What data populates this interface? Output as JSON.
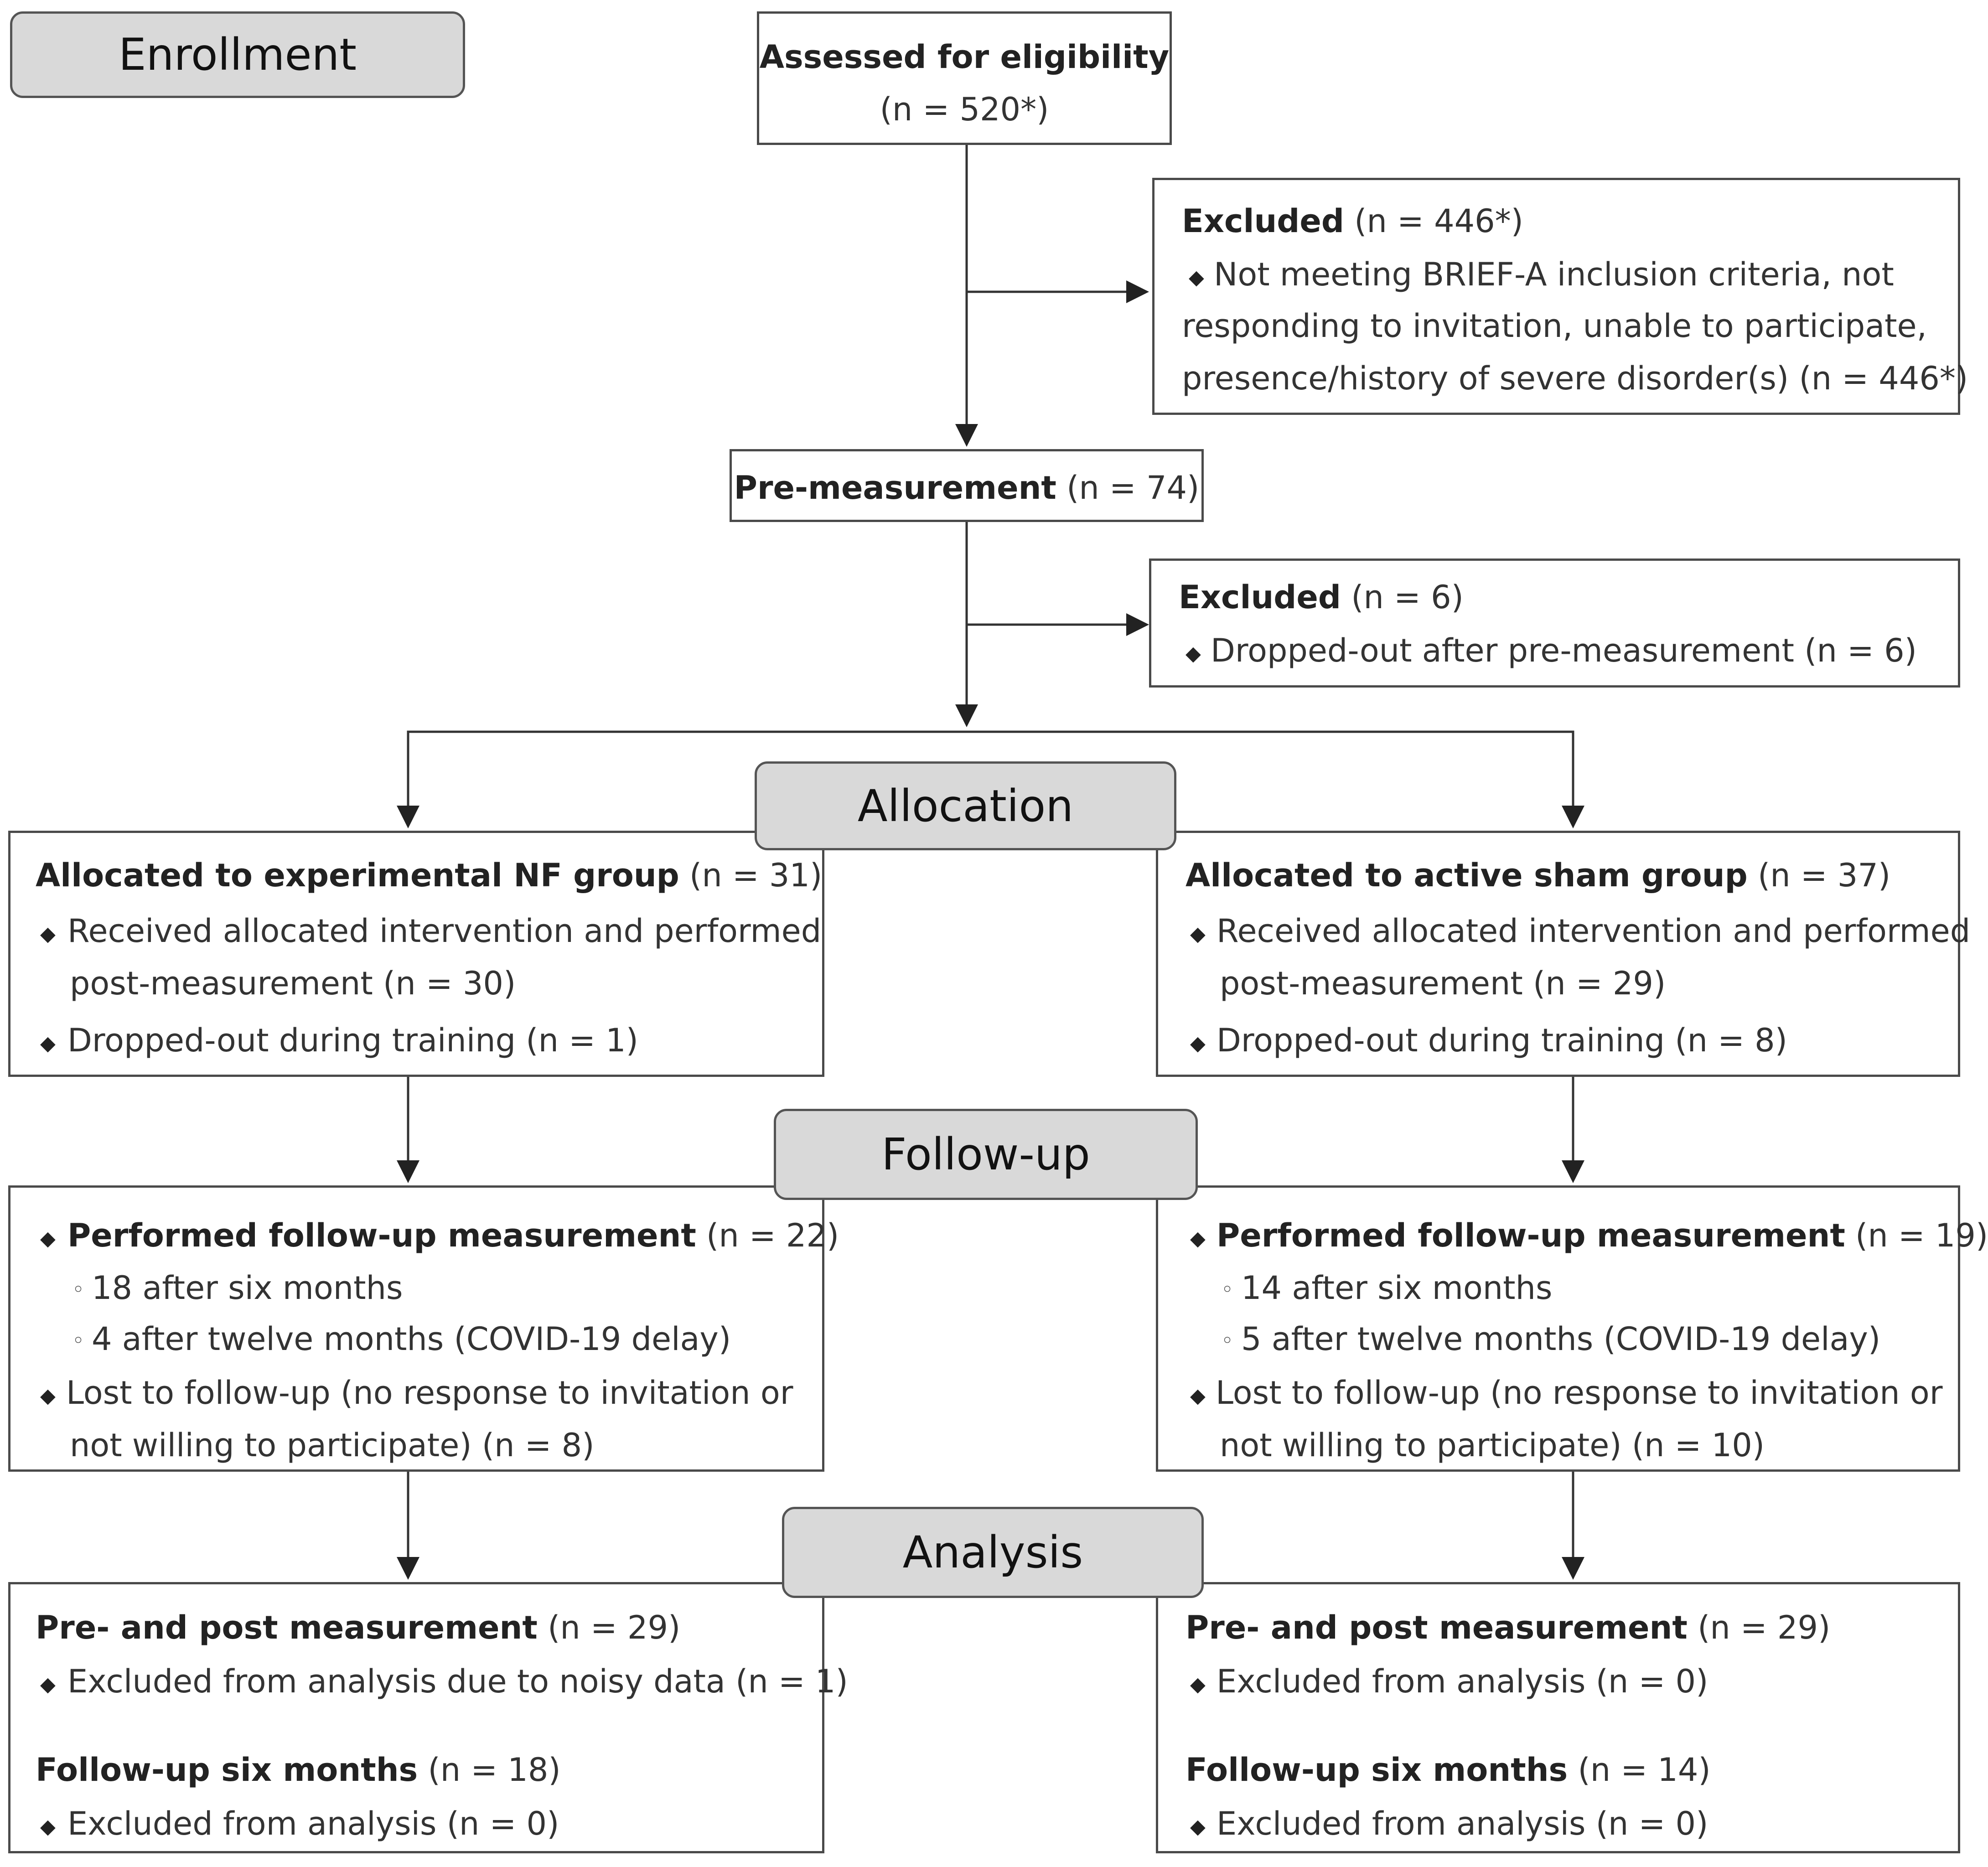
{
  "stages": {
    "enrollment": "Enrollment",
    "allocation": "Allocation",
    "followup": "Follow-up",
    "analysis": "Analysis"
  },
  "symbols": {
    "bullet": "◆",
    "sub_bullet": "◦"
  },
  "colors": {
    "stage_fill": "#d9d9d9",
    "border": "#4a4a4a",
    "text": "#333333"
  },
  "assessed": {
    "line1": "Assessed for eligibility",
    "line2": "(n = 520*)"
  },
  "excluded1": {
    "title": "Excluded",
    "count": " (n = 446*)",
    "line1": "Not meeting BRIEF-A inclusion criteria, not",
    "line2": "responding to invitation, unable to participate,",
    "line3": "presence/history of severe disorder(s) (n = 446*)"
  },
  "pre": {
    "title": "Pre-measurement",
    "count": " (n = 74)"
  },
  "excluded2": {
    "title": "Excluded",
    "count": " (n = 6)",
    "line1": "Dropped-out after pre-measurement (n = 6)"
  },
  "alloc_left": {
    "title": "Allocated to experimental NF group",
    "count": " (n = 31)",
    "b1_line1": "Received allocated intervention and performed",
    "b1_line2": "post-measurement (n = 30)",
    "b2": "Dropped-out during training (n = 1)"
  },
  "alloc_right": {
    "title": "Allocated to active sham group",
    "count": " (n = 37)",
    "b1_line1": "Received allocated intervention and performed",
    "b1_line2": "post-measurement (n = 29)",
    "b2": "Dropped-out during training (n = 8)"
  },
  "follow_left": {
    "title": "Performed follow-up measurement",
    "count": " (n = 22)",
    "s1": "18 after six months",
    "s2": "4 after twelve months (COVID-19 delay)",
    "b2_line1": "Lost to follow-up (no response to invitation or",
    "b2_line2": "not willing to participate) (n = 8)"
  },
  "follow_right": {
    "title": "Performed follow-up measurement",
    "count": " (n = 19)",
    "s1": "14 after six months",
    "s2": "5 after twelve months (COVID-19 delay)",
    "b2_line1": "Lost to follow-up (no response to invitation or",
    "b2_line2": "not willing to participate) (n = 10)"
  },
  "analysis_left": {
    "t1": "Pre- and post measurement",
    "c1": " (n = 29)",
    "b1": "Excluded from analysis due to noisy data (n = 1)",
    "t2": "Follow-up six months",
    "c2": " (n = 18)",
    "b2": "Excluded from analysis (n = 0)"
  },
  "analysis_right": {
    "t1": "Pre- and post measurement",
    "c1": " (n = 29)",
    "b1": "Excluded from analysis (n = 0)",
    "t2": "Follow-up six months",
    "c2": " (n = 14)",
    "b2": "Excluded from analysis (n = 0)"
  }
}
